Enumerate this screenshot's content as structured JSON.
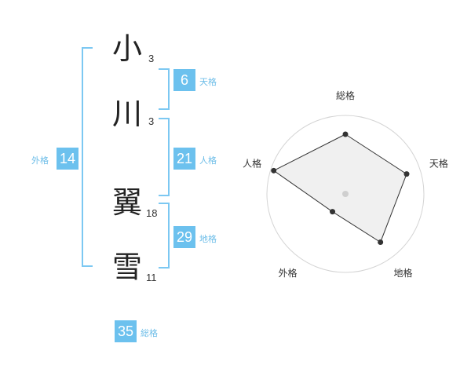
{
  "name": {
    "surname": [
      {
        "char": "小",
        "strokes": "3"
      },
      {
        "char": "川",
        "strokes": "3"
      }
    ],
    "given": [
      {
        "char": "翼",
        "strokes": "18"
      },
      {
        "char": "雪",
        "strokes": "11"
      }
    ]
  },
  "fortune": {
    "tenkaku": {
      "value": "6",
      "label": "天格"
    },
    "jinkaku": {
      "value": "21",
      "label": "人格"
    },
    "chikaku": {
      "value": "29",
      "label": "地格"
    },
    "gaikaku": {
      "value": "14",
      "label": "外格"
    },
    "soukaku": {
      "value": "35",
      "label": "総格"
    }
  },
  "colors": {
    "accent": "#6cc1ee",
    "bracket": "#7cc8f2",
    "radar_fill": "#ededed"
  },
  "chart_data": {
    "type": "radar",
    "axes": [
      "総格",
      "天格",
      "地格",
      "外格",
      "人格"
    ],
    "values": [
      0.76,
      0.82,
      0.76,
      0.28,
      0.96
    ],
    "max": 1
  }
}
